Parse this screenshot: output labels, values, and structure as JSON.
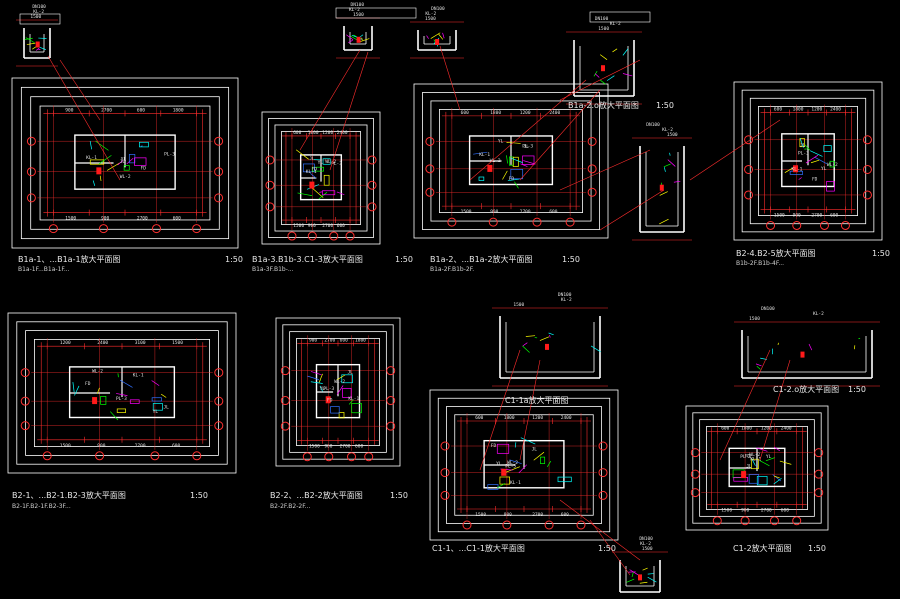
{
  "drawing": {
    "background": "#000000",
    "colors": {
      "outline": "#ffffff",
      "wall": "#ffffff",
      "dimension": "#ff2d2d",
      "grid_bubble": "#ff3030",
      "text": "#e8e8e8",
      "accent_green": "#00ff00",
      "accent_yellow": "#ffff00",
      "accent_magenta": "#ff00ff",
      "accent_cyan": "#00ffff",
      "accent_blue": "#3070ff"
    },
    "plans": [
      {
        "id": "p1",
        "title": "B1a-1、...B1a-1放大平面图",
        "subtitle": "B1a-1F...B1a-1F...",
        "scale": "1:50"
      },
      {
        "id": "p2",
        "title": "B1a-3.B1b-3.C1-3放大平面图",
        "subtitle": "B1a-3F.B1b-...",
        "scale": "1:50"
      },
      {
        "id": "p3",
        "title": "B1a-2、...B1a-2放大平面图",
        "subtitle": "B1a-2F.B1b-2F.",
        "scale": "1:50"
      },
      {
        "id": "p4",
        "title": "B2-4.B2-5放大平面图",
        "subtitle": "B1b-2F.B1b-4F...",
        "scale": "1:50"
      },
      {
        "id": "p5",
        "title": "B2-1、...B2-1.B2-3放大平面图",
        "subtitle": "B2-1F.B2-1F.B2-3F...",
        "scale": "1:50"
      },
      {
        "id": "p6",
        "title": "B2-2、...B2-2放大平面图",
        "subtitle": "B2-2F.B2-2F...",
        "scale": "1:50"
      },
      {
        "id": "p7",
        "title": "C1-1、...C1-1放大平面图",
        "subtitle": "",
        "scale": "1:50"
      },
      {
        "id": "p8",
        "title": "C1-2放大平面图",
        "subtitle": "",
        "scale": "1:50"
      }
    ],
    "details": [
      {
        "id": "d1",
        "title": "B1a-2.o放大平面图",
        "scale": "1:50"
      },
      {
        "id": "d2",
        "title": "C1-1a放大平面图",
        "scale": ""
      },
      {
        "id": "d3",
        "title": "C1-2.o放大平面图",
        "scale": "1:50"
      }
    ]
  }
}
